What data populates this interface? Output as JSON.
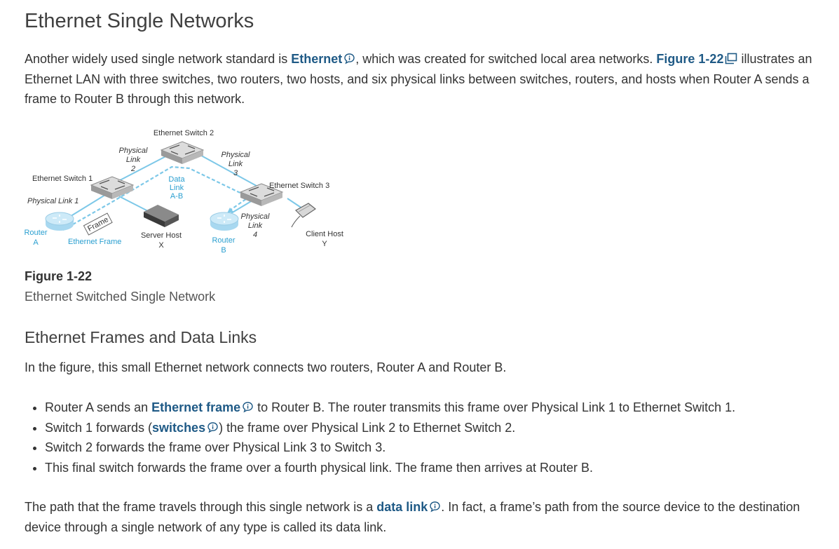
{
  "heading": "Ethernet Single Networks",
  "intro": {
    "t1": "Another widely used single network standard is ",
    "term1": "Ethernet",
    "t2": ", which was created for switched local area networks. ",
    "figref": "Figure 1-22",
    "t3": " illustrates an Ethernet LAN with three switches, two routers, two hosts, and six physical links between switches, routers, and hosts when Router A sends a frame to Router B through this network."
  },
  "figure": {
    "labels": {
      "switch2": "Ethernet Switch 2",
      "switch1": "Ethernet Switch 1",
      "switch3": "Ethernet Switch 3",
      "pl2_a": "Physical",
      "pl2_b": "Link",
      "pl2_c": "2",
      "pl3_a": "Physical",
      "pl3_b": "Link",
      "pl3_c": "3",
      "pl1": "Physical Link 1",
      "pl4_a": "Physical",
      "pl4_b": "Link",
      "pl4_c": "4",
      "dl_a": "Data",
      "dl_b": "Link",
      "dl_c": "A-B",
      "routerA_a": "Router",
      "routerA_b": "A",
      "routerB_a": "Router",
      "routerB_b": "B",
      "frame_tag": "Frame",
      "eth_frame": "Ethernet Frame",
      "server_a": "Server Host",
      "server_b": "X",
      "client_a": "Client Host",
      "client_b": "Y"
    },
    "caption_label": "Figure 1-22",
    "caption_text": "Ethernet Switched Single Network"
  },
  "section": {
    "heading": "Ethernet Frames and Data Links",
    "para": "In the figure, this small Ethernet network connects two routers, Router A and Router B."
  },
  "bullets": {
    "b1_t1": "Router A sends an ",
    "b1_term": "Ethernet frame",
    "b1_t2": " to Router B. The router transmits this frame over Physical Link 1 to Ethernet Switch 1.",
    "b2_t1": "Switch 1 forwards (",
    "b2_term": "switches",
    "b2_t2": ") the frame over Physical Link 2 to Ethernet Switch 2.",
    "b3": "Switch 2 forwards the frame over Physical Link 3 to Switch 3.",
    "b4": "This final switch forwards the frame over a fourth physical link. The frame then arrives at Router B."
  },
  "closing": {
    "t1": "The path that the frame travels through this single network is a ",
    "term": "data link",
    "t2": ". In fact, a frame’s path from the source device to the destination device through a single network of any type is called its data link."
  },
  "colors": {
    "link_blue": "#1f5a86",
    "net_cyan": "#7dc8e8",
    "label_cyan": "#2a9fd0"
  }
}
